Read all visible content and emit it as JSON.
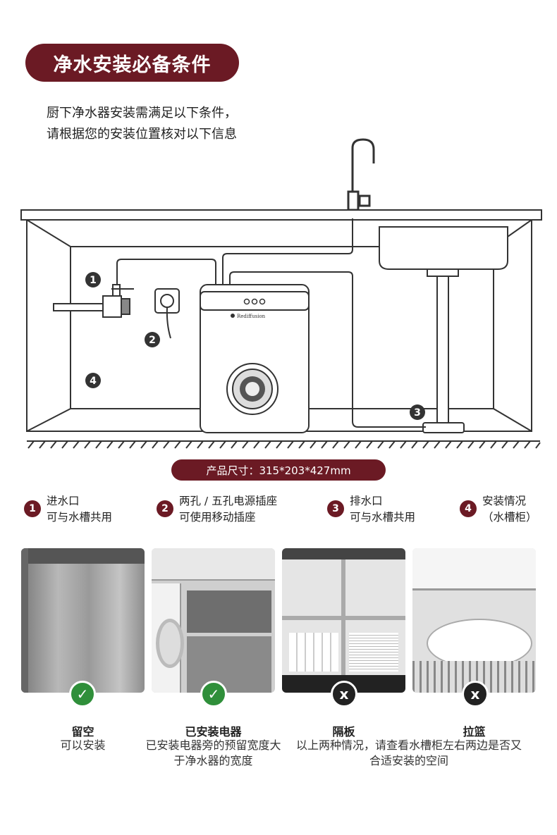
{
  "header": {
    "title": "净水安装必备条件",
    "intro_line1": "厨下净水器安装需满足以下条件，",
    "intro_line2": "请根据您的安装位置核对以下信息"
  },
  "diagram": {
    "brand": "Rediffusion",
    "markers": [
      "1",
      "2",
      "3",
      "4"
    ]
  },
  "size_label": "产品尺寸：315*203*427mm",
  "legend": [
    {
      "num": "1",
      "line1": "进水口",
      "line2": "可与水槽共用"
    },
    {
      "num": "2",
      "line1": "两孔 / 五孔电源插座",
      "line2": "可使用移动插座"
    },
    {
      "num": "3",
      "line1": "排水口",
      "line2": "可与水槽共用"
    },
    {
      "num": "4",
      "line1": "安装情况",
      "line2": "（水槽柜）"
    }
  ],
  "options": [
    {
      "title": "留空",
      "desc": "可以安装",
      "status": "check"
    },
    {
      "title": "已安装电器",
      "desc": "已安装电器旁的预留宽度大于净水器的宽度",
      "status": "check"
    },
    {
      "title": "隔板",
      "status": "cross"
    },
    {
      "title": "拉篮",
      "status": "cross"
    }
  ],
  "shared_note": "以上两种情况，请查看水槽柜左右两边是否又合适安装的空间",
  "colors": {
    "accent": "#6b1a24",
    "ok": "#2f8f3a",
    "no": "#222222"
  }
}
